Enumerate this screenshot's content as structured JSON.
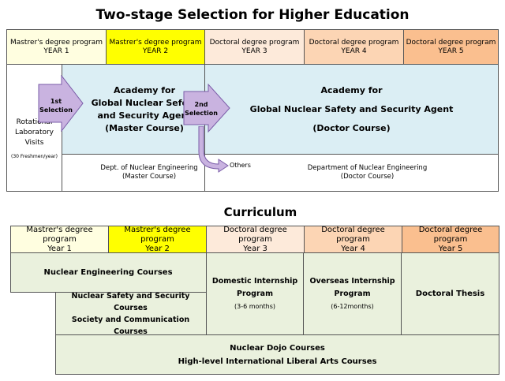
{
  "top": {
    "title": "Two-stage Selection for Higher Education",
    "years": [
      {
        "line1": "Mastrer's degree program",
        "line2": "YEAR 1",
        "color": "#fffee0"
      },
      {
        "line1": "Mastrer's degree program",
        "line2": "YEAR 2",
        "color": "#ffff00"
      },
      {
        "line1": "Doctoral degree program",
        "line2": "YEAR 3",
        "color": "#fdeada"
      },
      {
        "line1": "Doctoral degree program",
        "line2": "YEAR 4",
        "color": "#fcd5b4"
      },
      {
        "line1": "Doctoral degree program",
        "line2": "YEAR 5",
        "color": "#fabf8f"
      }
    ],
    "rotational": {
      "line1": "Rotational",
      "line2": "Laboratory",
      "line3": "Visits",
      "sub": "(30 Freshmen/year)"
    },
    "first_selection": {
      "line1": "1st",
      "line2": "Selection"
    },
    "second_selection": {
      "line1": "2nd",
      "line2": "Selection"
    },
    "academy_master": {
      "line1": "Academy for",
      "line2": "Global Nuclear Sefety",
      "line3": "and Security Agent",
      "line4": "(Master Course)"
    },
    "academy_doctor": {
      "line1": "Academy for",
      "line2": "Global Nuclear Safety and Security Agent",
      "line3": "(Doctor Course)"
    },
    "others": "Others",
    "dept_master": {
      "line1": "Dept. of Nuclear Engineering",
      "line2": "(Master Course)"
    },
    "dept_doctor": {
      "line1": "Department of Nuclear Engineering",
      "line2": "(Doctor Course)"
    },
    "colors": {
      "academy_bg": "#dbeef4",
      "arrow": "#c9b3e0"
    }
  },
  "curriculum": {
    "title": "Curriculum",
    "years": [
      {
        "line1": "Mastrer's degree program",
        "line2": "Year 1",
        "color": "#fffee0"
      },
      {
        "line1": "Mastrer's degree program",
        "line2": "Year 2",
        "color": "#ffff00"
      },
      {
        "line1": "Doctoral degree program",
        "line2": "Year 3",
        "color": "#fdeada"
      },
      {
        "line1": "Doctoral degree program",
        "line2": "Year 4",
        "color": "#fcd5b4"
      },
      {
        "line1": "Doctoral degree program",
        "line2": "Year 5",
        "color": "#fabf8f"
      }
    ],
    "nuclear_eng": "Nuclear Engineering Courses",
    "safety": {
      "line1": "Nuclear Safety and Security Courses",
      "line2": "Society and Communication Courses"
    },
    "domestic": {
      "line1": "Domestic Internship",
      "line2": "Program",
      "line3": "(3-6 months)"
    },
    "overseas": {
      "line1": "Overseas Internship",
      "line2": "Program",
      "line3": "(6-12months)"
    },
    "thesis": "Doctoral Thesis",
    "dojo": {
      "line1": "Nuclear Dojo Courses",
      "line2": "High-level International Liberal Arts Courses"
    },
    "colors": {
      "course_bg": "#eaf1dd"
    }
  }
}
